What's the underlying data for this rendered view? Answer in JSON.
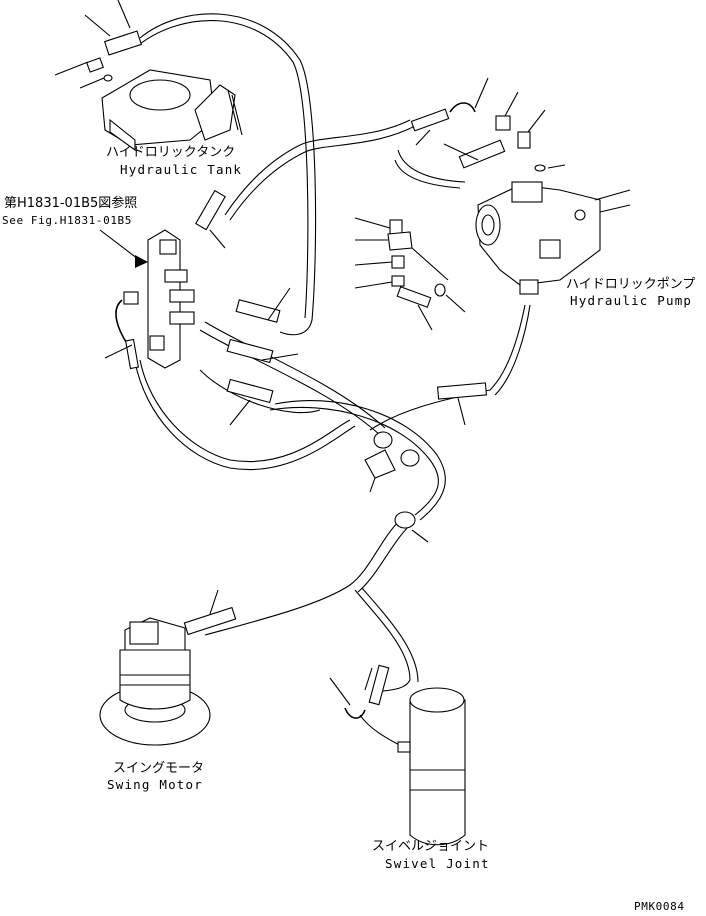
{
  "labels": {
    "hydraulic_tank_jp": "ハイドロリックタンク",
    "hydraulic_tank_en": "Hydraulic Tank",
    "reference_jp": "第H1831-01B5図参照",
    "reference_en": "See Fig.H1831-01B5",
    "hydraulic_pump_jp": "ハイドロリックポンプ",
    "hydraulic_pump_en": "Hydraulic Pump",
    "swing_motor_jp": "スイングモータ",
    "swing_motor_en": "Swing Motor",
    "swivel_joint_jp": "スイベルジョイント",
    "swivel_joint_en": "Swivel Joint",
    "drawing_code": "PMK0084"
  }
}
